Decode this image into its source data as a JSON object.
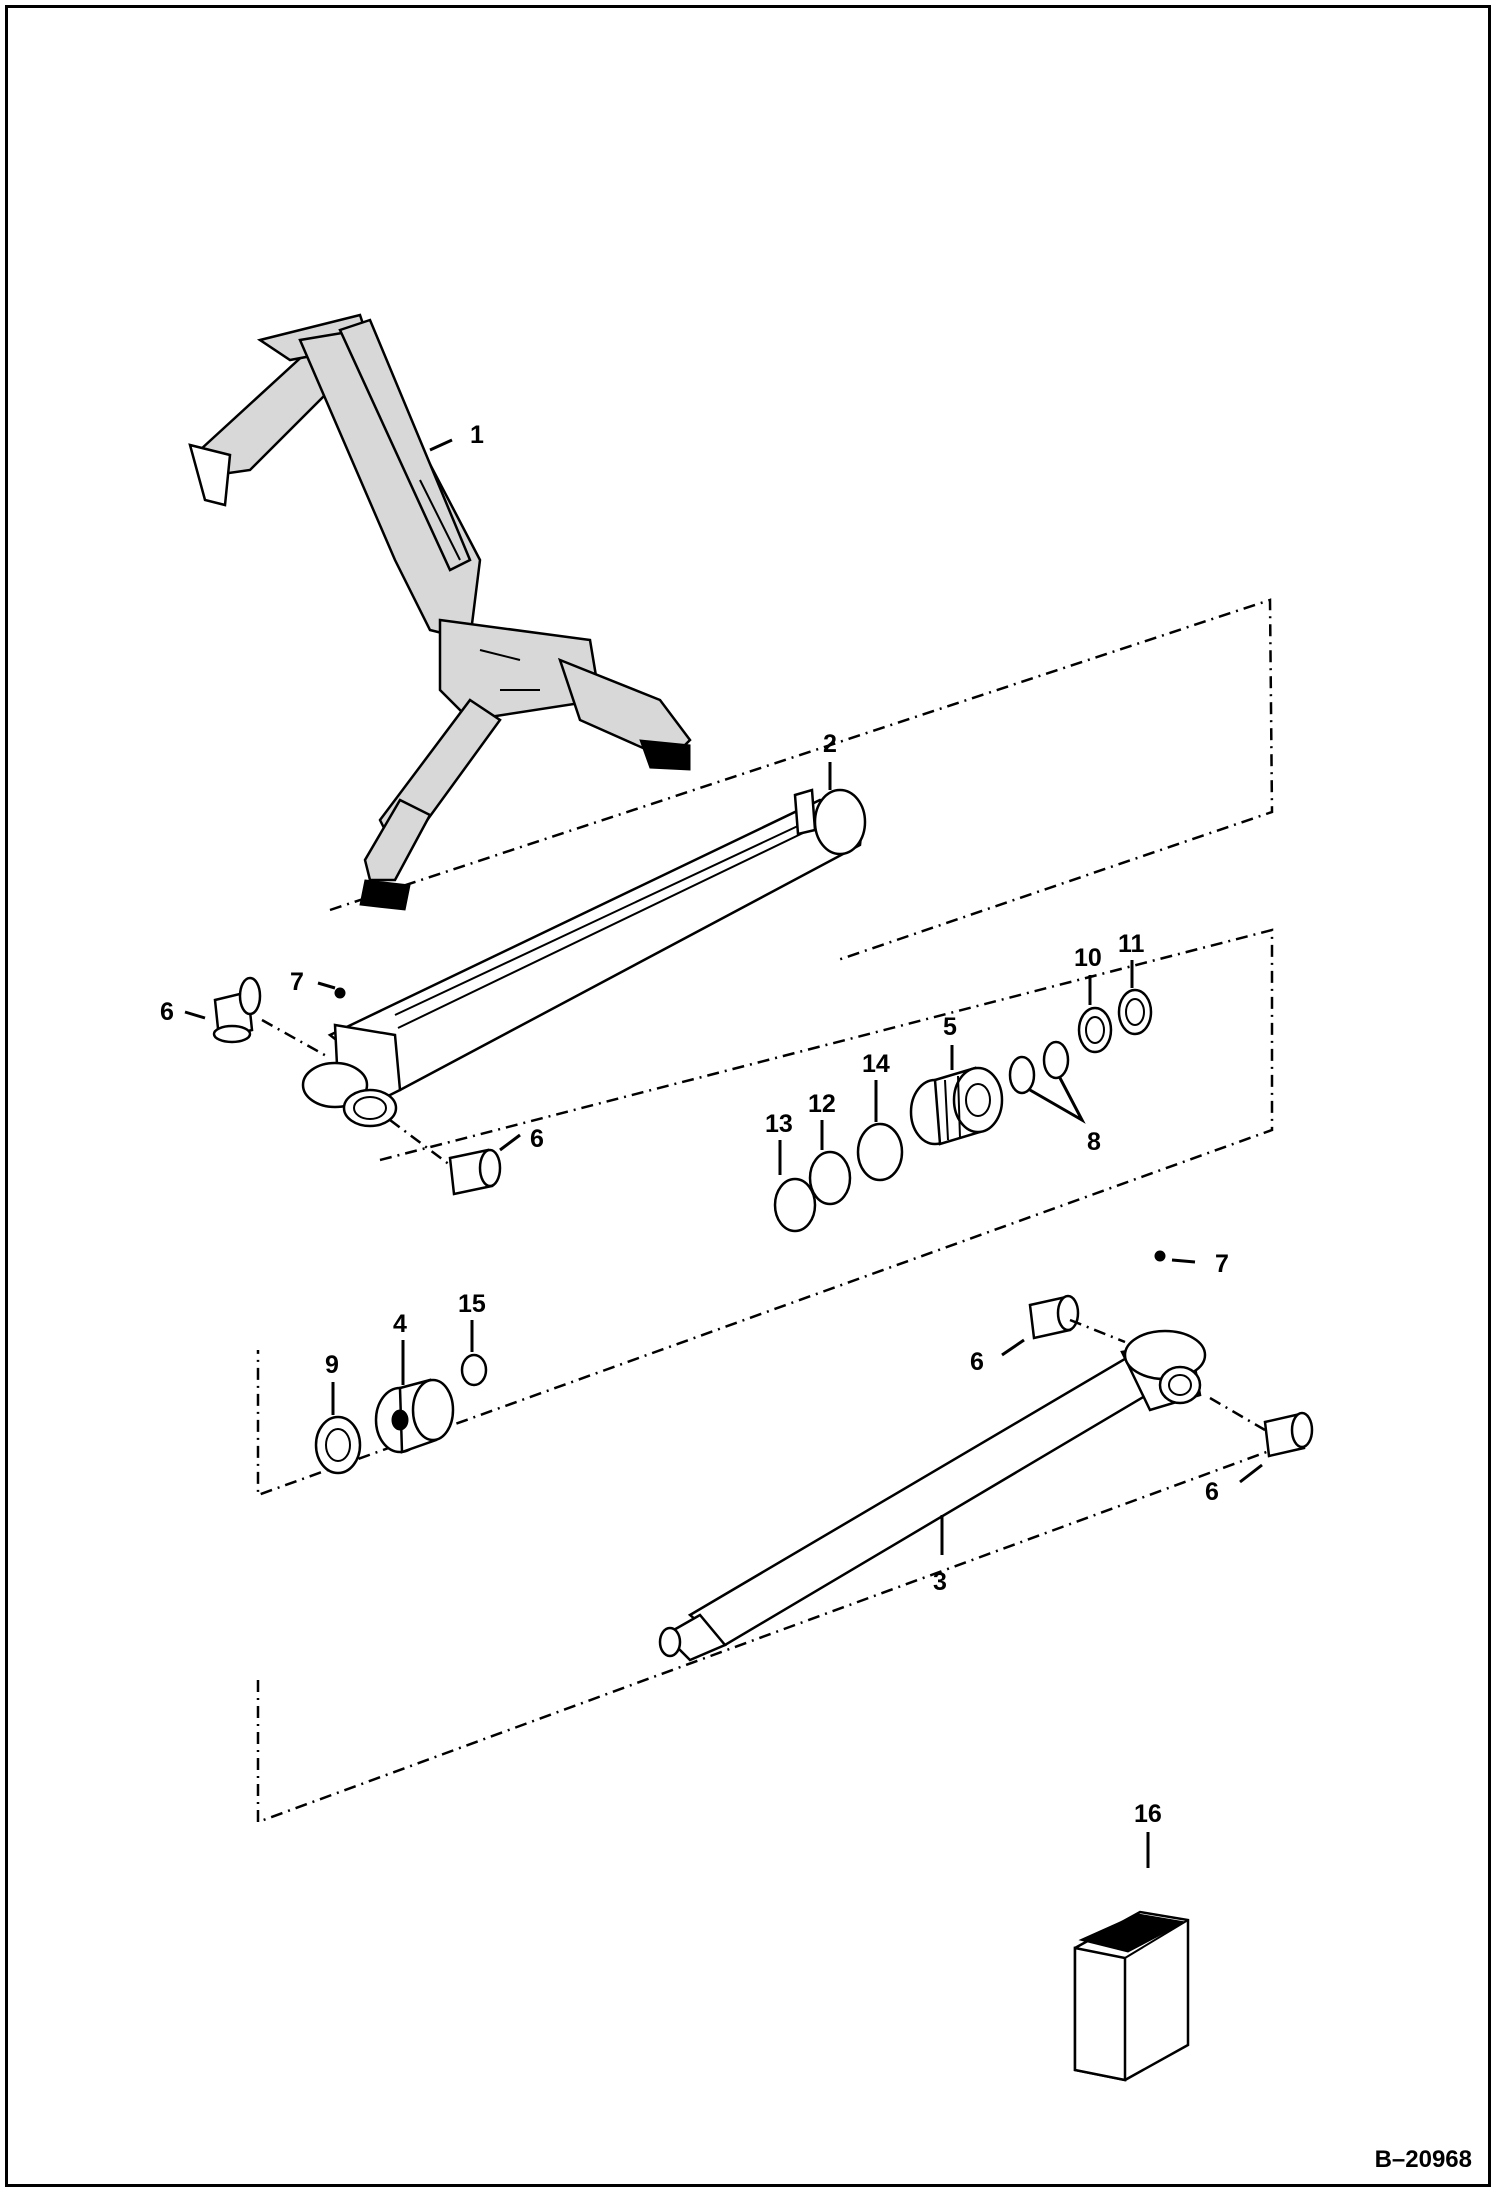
{
  "callouts": {
    "c1": "1",
    "c2": "2",
    "c3": "3",
    "c4": "4",
    "c5": "5",
    "c6a": "6",
    "c6b": "6",
    "c6c": "6",
    "c6d": "6",
    "c7a": "7",
    "c7b": "7",
    "c8": "8",
    "c9": "9",
    "c10": "10",
    "c11": "11",
    "c12": "12",
    "c13": "13",
    "c14": "14",
    "c15": "15",
    "c16": "16"
  },
  "drawing_number": "B–20968"
}
